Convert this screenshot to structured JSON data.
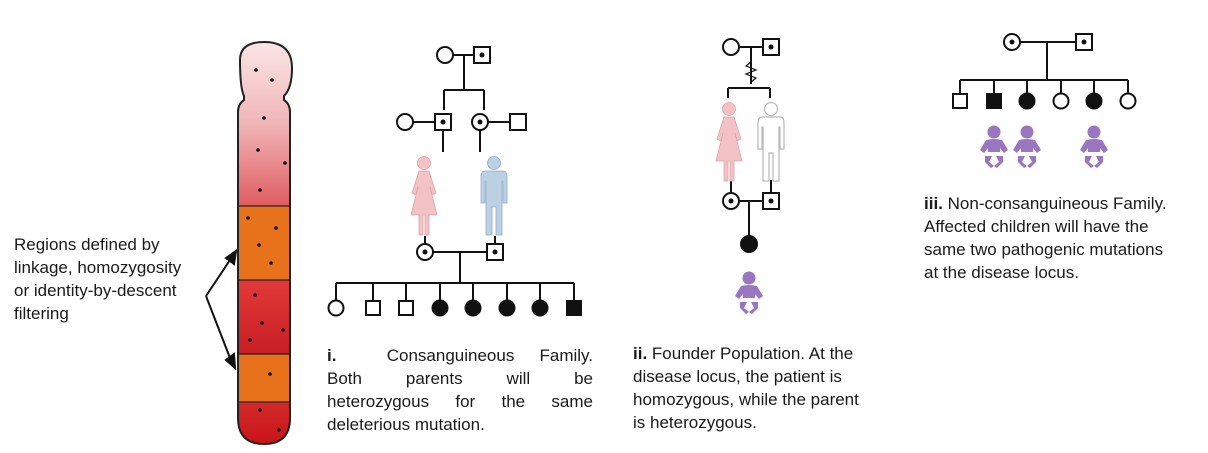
{
  "left_label": {
    "lines": [
      "Regions defined by",
      "linkage, homozygosity",
      "or identity-by-descent",
      "filtering"
    ]
  },
  "panel_i": {
    "number": "i.",
    "lines": [
      "Consanguineous Family.",
      "Both parents will be",
      "heterozygous for the same",
      "deleterious mutation."
    ]
  },
  "panel_ii": {
    "number": "ii.",
    "lines": [
      "Founder Population. At the",
      "disease locus, the patient is",
      "homozygous, while the parent",
      "is heterozygous."
    ]
  },
  "panel_iii": {
    "number": "iii.",
    "lines": [
      "Non-consanguineous Family.",
      "Affected children will have the",
      "same two pathogenic mutations",
      "at the disease locus."
    ]
  },
  "colors": {
    "affected": "#111111",
    "baby": "#9a76c0",
    "female_figure": "#f2c2c6",
    "male_figure": "#bcd0e4",
    "chromosome_top": "#f7dcdc",
    "chromosome_mid": "#d9484f",
    "region_orange": "#e8721c",
    "region_red": "#d42b2b"
  }
}
